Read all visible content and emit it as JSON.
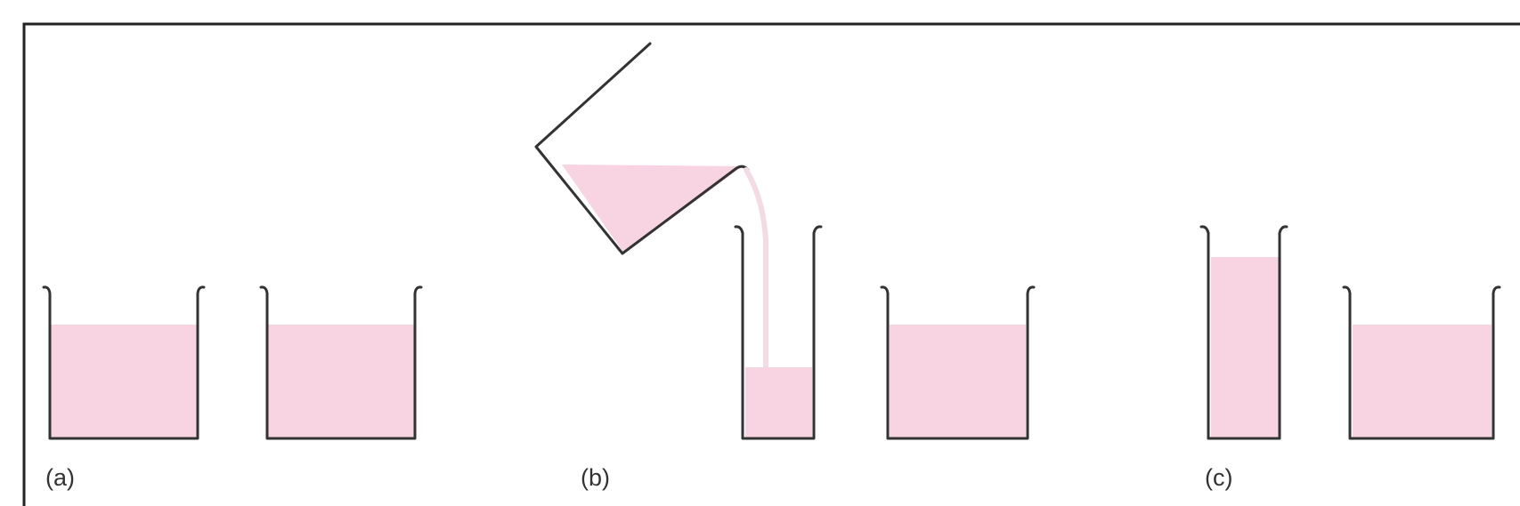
{
  "panels": [
    {
      "label": "(a)"
    },
    {
      "label": "(b)"
    },
    {
      "label": "(c)"
    }
  ],
  "colors": {
    "liquid": "#f8d3e2",
    "glass": "#333333",
    "frame": "#222222",
    "stream": "#f3dbe6"
  }
}
